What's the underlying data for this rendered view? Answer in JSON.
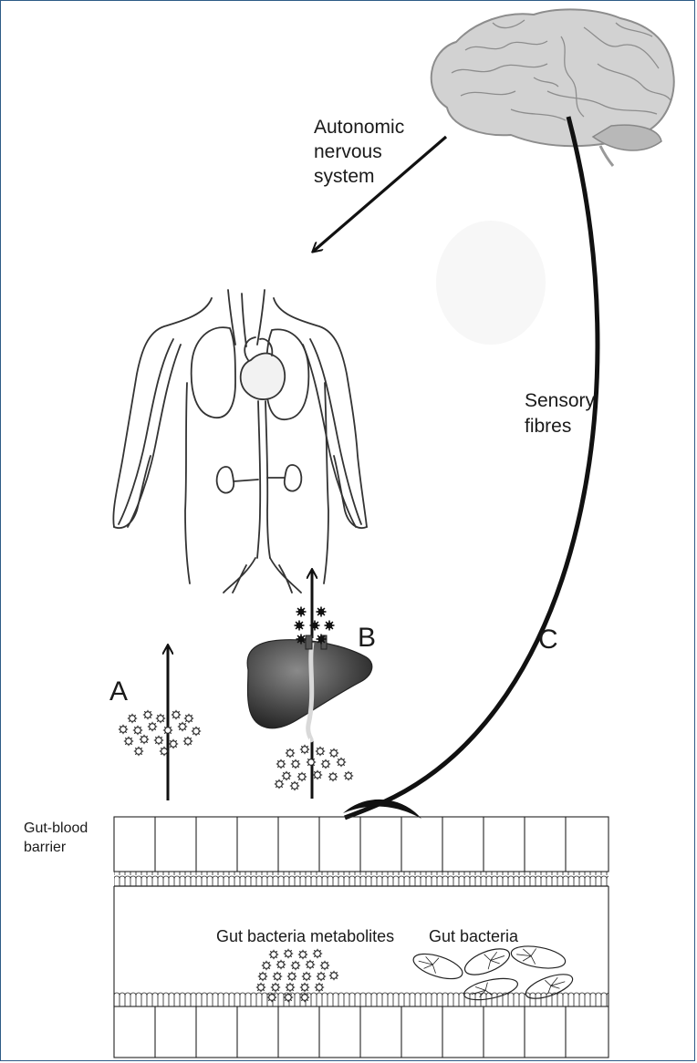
{
  "labels": {
    "autonomic_line1": "Autonomic",
    "autonomic_line2": "nervous",
    "autonomic_line3": "system",
    "sensory_line1": "Sensory",
    "sensory_line2": "fibres",
    "pathway_a": "A",
    "pathway_b": "B",
    "pathway_c": "C",
    "barrier_line1": "Gut-blood",
    "barrier_line2": "barrier",
    "metabolites": "Gut bacteria metabolites",
    "bacteria": "Gut bacteria"
  },
  "colors": {
    "frame": "#2e5b86",
    "brain": "#cfcfcf",
    "liver": "#4a4a4a",
    "ink": "#111111"
  },
  "icons": [
    "brain-icon",
    "body-circulation-icon",
    "liver-icon",
    "metabolite-molecule-icon",
    "bacteria-icon"
  ]
}
